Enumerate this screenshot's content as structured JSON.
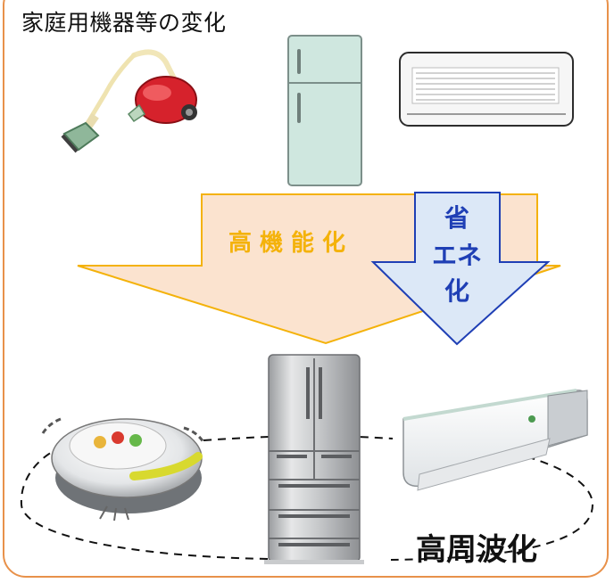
{
  "title": "家庭用機器等の変化",
  "arrow_high_function": {
    "label": "高機能化",
    "fill": "#fbe3cf",
    "stroke": "#f4b20a"
  },
  "arrow_energy_saving": {
    "label_lines": [
      "省",
      "エネ",
      "化"
    ],
    "fill": "#dce8f7",
    "stroke": "#1f3fb5"
  },
  "high_frequency_label": "高周波化",
  "old_appliances": [
    {
      "name": "vacuum-cleaner-icon"
    },
    {
      "name": "refrigerator-icon"
    },
    {
      "name": "air-conditioner-icon"
    }
  ],
  "new_appliances": [
    {
      "name": "robot-vacuum-icon"
    },
    {
      "name": "modern-refrigerator-icon"
    },
    {
      "name": "modern-air-conditioner-icon"
    }
  ],
  "colors": {
    "frame_border": "#e8914a",
    "dashed_ellipse": "#111111"
  }
}
